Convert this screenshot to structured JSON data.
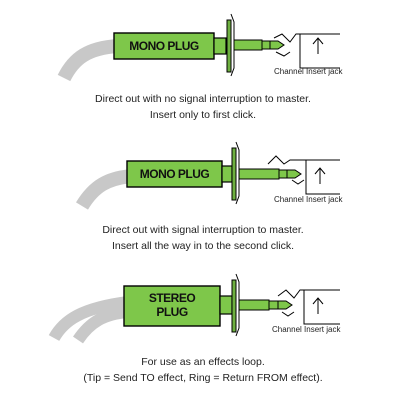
{
  "diagrams": [
    {
      "plug_label": "MONO PLUG",
      "jack_label": "Channel Insert jack",
      "caption": [
        "Direct out with no signal interruption to master.",
        "Insert only to first click."
      ]
    },
    {
      "plug_label": "MONO PLUG",
      "jack_label": "Channel Insert jack",
      "caption": [
        "Direct out with signal interruption to master.",
        "Insert all the way in to the second click."
      ]
    },
    {
      "plug_label_lines": [
        "STEREO",
        "PLUG"
      ],
      "jack_label": "Channel Insert jack",
      "caption": [
        "For use as an effects loop.",
        "(Tip = Send TO effect, Ring = Return FROM effect)."
      ]
    }
  ],
  "colors": {
    "plug_green": "#7ec74a",
    "cable_gray": "#c8c8c8",
    "outline": "#000000",
    "text": "#222222"
  }
}
